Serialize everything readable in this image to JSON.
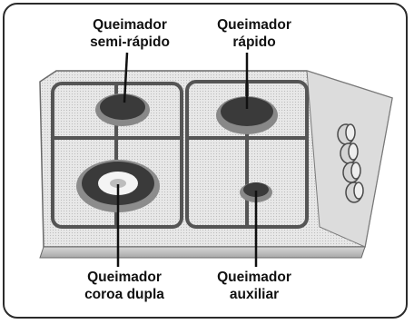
{
  "labels": {
    "top_left": {
      "line1": "Queimador",
      "line2": "semi-rápido"
    },
    "top_right": {
      "line1": "Queimador",
      "line2": "rápido"
    },
    "bottom_left": {
      "line1": "Queimador",
      "line2": "coroa dupla"
    },
    "bottom_right": {
      "line1": "Queimador",
      "line2": "auxiliar"
    }
  },
  "colors": {
    "frame": "#2b2b2b",
    "cooktop": "#e6e6e6",
    "burner": "#3a3a3a",
    "grate": "#555555",
    "knob": "#cfcfcf",
    "leader_line": "#111111"
  },
  "knob_count": 4
}
